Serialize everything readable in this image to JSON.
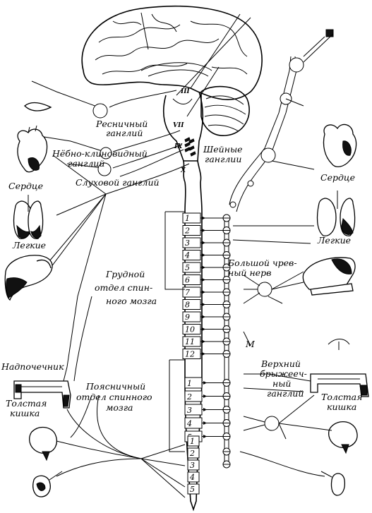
{
  "labels": {
    "ciliary": [
      "Ресничный",
      "ганглий"
    ],
    "pterygopalatine": [
      "Нёбно-клиновидный",
      "ганглий"
    ],
    "otic": "Слуховой ганглий",
    "cervical": [
      "Шейные",
      "ганглии"
    ],
    "heart_left": "Сердце",
    "heart_right": "Сердце",
    "lungs_left": "Легкие",
    "lungs_right": "Легкие",
    "thoracic": [
      "Грудной",
      "отдел спин-",
      "ного мозга"
    ],
    "splanchnic": [
      "Большой чрев-",
      "ный нерв"
    ],
    "adrenal": "Надпочечник",
    "colon_left": [
      "Толстая",
      "кишка"
    ],
    "colon_right": [
      "Толстая",
      "кишка"
    ],
    "lumbar": [
      "Поясничный",
      "отдел спинного",
      "мозга"
    ],
    "mesenteric": [
      "Верхний",
      "брыжееч-",
      "ный",
      "ганглий"
    ],
    "cranial_III": "III",
    "cranial_VII": "VII",
    "cranial_IX": "IX",
    "cranial_X": "X",
    "m_letter": "M"
  },
  "thoracic_segments": [
    "1",
    "2",
    "3",
    "4",
    "5",
    "6",
    "7",
    "8",
    "9",
    "10",
    "11",
    "12"
  ],
  "lumbar_segments": [
    "1",
    "2",
    "3",
    "4",
    "5"
  ],
  "sacral_segments": [
    "1",
    "2",
    "3",
    "4",
    "5"
  ]
}
